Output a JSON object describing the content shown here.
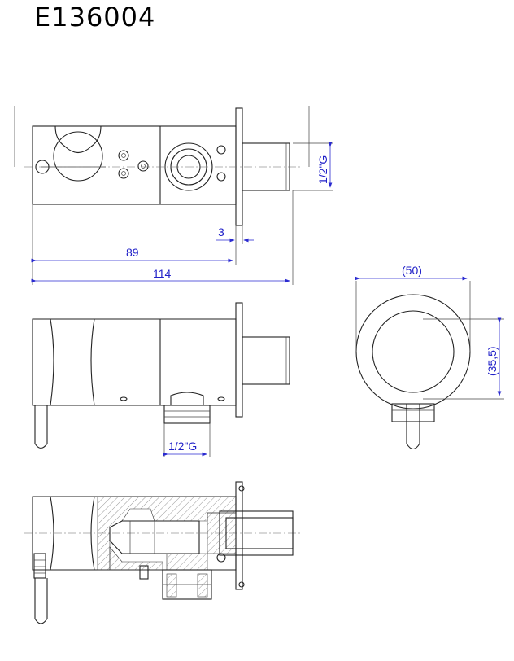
{
  "title": "E136004",
  "dimensions": {
    "d_thread_top": "1/2\"G",
    "d_flange": "3",
    "d_body": "89",
    "d_total": "114",
    "d_thread_bottom": "1/2\"G",
    "d_diameter": "(50)",
    "d_depth": "(35,5)"
  }
}
